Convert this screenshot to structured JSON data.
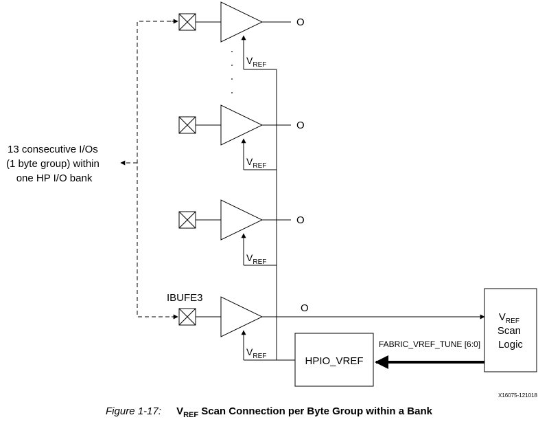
{
  "diagram": {
    "group_label": [
      "13 consecutive I/Os",
      "(1 byte group) within",
      "one HP I/O bank"
    ],
    "buffer_name": "IBUFE3",
    "output_label": "O",
    "vref": {
      "main": "V",
      "sub": "REF"
    },
    "hpio_block": "HPIO_VREF",
    "scan_block": {
      "line1_main": "V",
      "line1_sub": "REF",
      "line2": "Scan",
      "line3": "Logic"
    },
    "bus_label": "FABRIC_VREF_TUNE [6:0]",
    "figure_id": "X16075-121018"
  },
  "caption": {
    "figure_number": "Figure 1-17:",
    "title_main": "V",
    "title_sub": "REF",
    "title_rest": " Scan Connection per Byte Group within a Bank"
  }
}
